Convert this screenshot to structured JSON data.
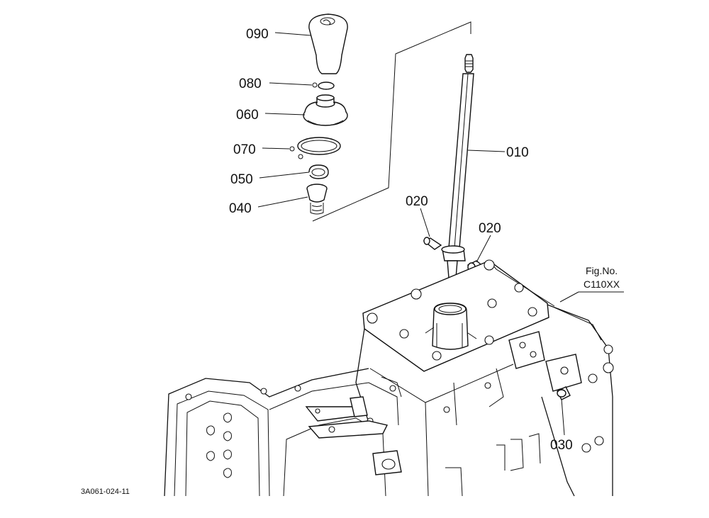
{
  "diagram": {
    "callouts": {
      "p090": "090",
      "p080": "080",
      "p060": "060",
      "p070": "070",
      "p050": "050",
      "p040": "040",
      "p010": "010",
      "p020a": "020",
      "p020b": "020",
      "p030": "030"
    },
    "figure_reference": {
      "line1": "Fig.No.",
      "line2": "C110XX"
    },
    "drawing_code": "3A061-024-11"
  }
}
